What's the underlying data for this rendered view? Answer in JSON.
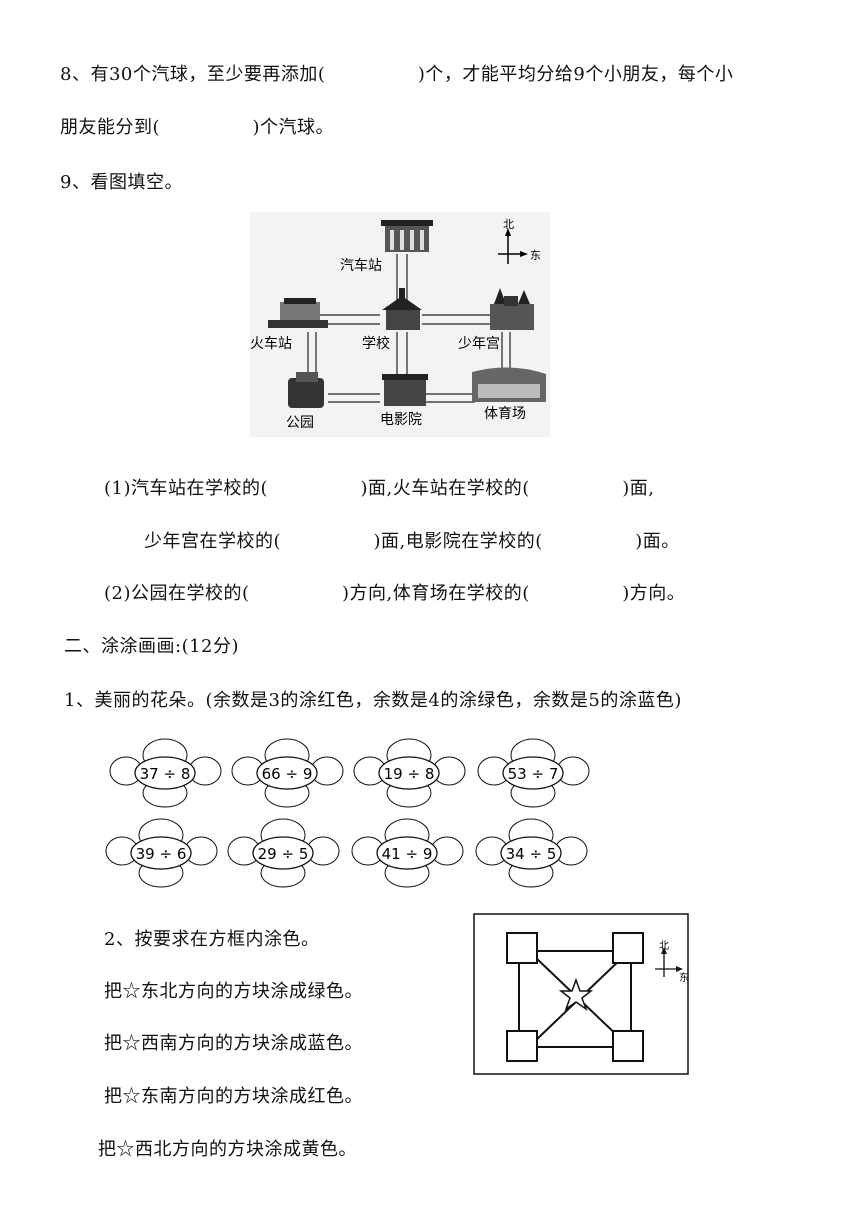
{
  "q8": {
    "line1": "8、有30个汽球，至少要再添加(　　　　　)个，才能平均分给9个小朋友，每个小",
    "line2": "朋友能分到(　　　　　)个汽球。"
  },
  "q9": {
    "title": "9、看图填空。",
    "map": {
      "bus_station": "汽车站",
      "train_station": "火车站",
      "school": "学校",
      "youth_palace": "少年宫",
      "park": "公园",
      "cinema": "电影院",
      "stadium": "体育场",
      "north": "北",
      "east": "东"
    },
    "p1_line1": "(1)汽车站在学校的(　　　　　)面,火车站在学校的(　　　　　)面,",
    "p1_line2": "少年宫在学校的(　　　　　)面,电影院在学校的(　　　　　)面。",
    "p2": "(2)公园在学校的(　　　　　)方向,体育场在学校的(　　　　　)方向。"
  },
  "section2": {
    "title": "二、涂涂画画:(12分)",
    "q1_title": "1、美丽的花朵。(余数是3的涂红色，余数是4的涂绿色，余数是5的涂蓝色)",
    "flowers": [
      "37 ÷ 8",
      "66 ÷ 9",
      "19 ÷ 8",
      "53 ÷ 7",
      "39 ÷ 6",
      "29 ÷ 5",
      "41 ÷ 9",
      "34 ÷ 5"
    ],
    "q2_title": "2、按要求在方框内涂色。",
    "instructions": [
      "把☆东北方向的方块涂成绿色。",
      "把☆西南方向的方块涂成蓝色。",
      "把☆东南方向的方块涂成红色。",
      "把☆西北方向的方块涂成黄色。"
    ],
    "compass": {
      "north": "北",
      "east": "东"
    }
  }
}
